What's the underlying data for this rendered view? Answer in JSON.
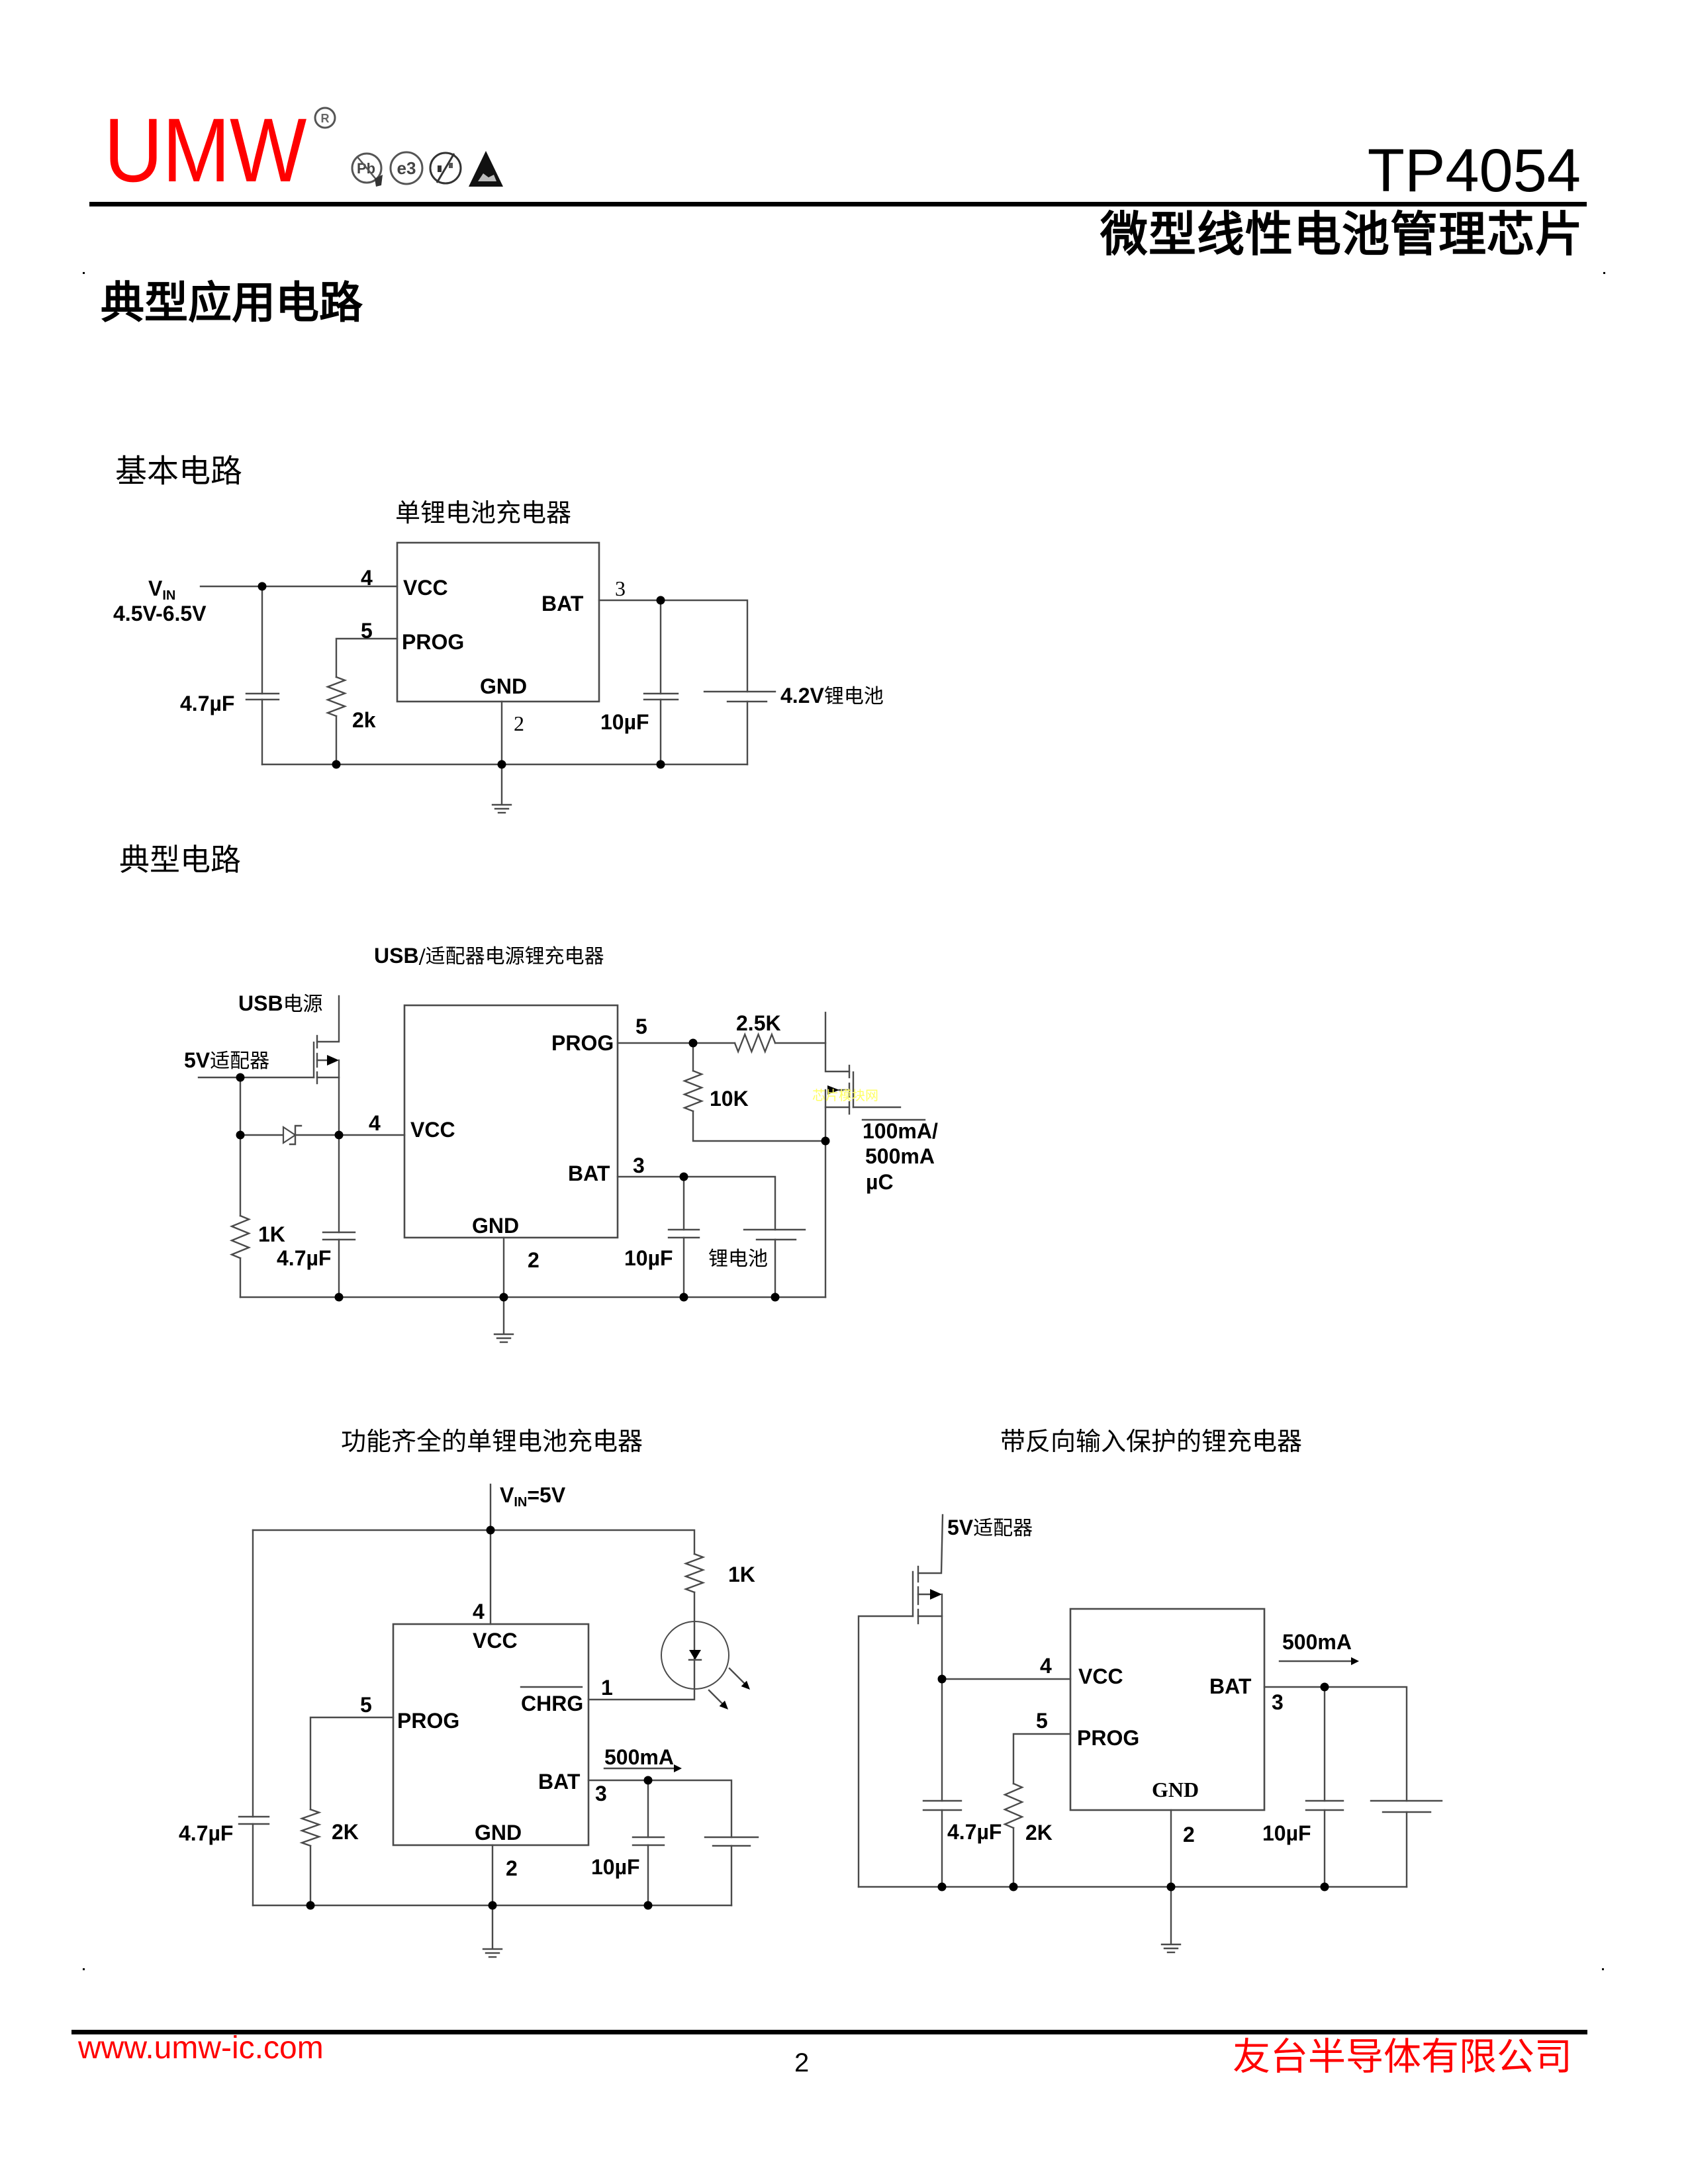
{
  "header": {
    "logo_text": "UMW",
    "registered_mark": "R",
    "cert_icons": [
      {
        "icon": "lead-free-icon",
        "label": "Pb"
      },
      {
        "icon": "e3-icon",
        "label": "e3"
      },
      {
        "icon": "rohs-icon",
        "label": ""
      },
      {
        "icon": "esd-warning-icon",
        "label": ""
      }
    ],
    "part_number": "TP4054",
    "subtitle": "微型线性电池管理芯片"
  },
  "page_title": "典型应用电路",
  "basic_circuit": {
    "heading": "基本电路",
    "title": "单锂电池充电器",
    "vin": {
      "symbol": "V",
      "subscript": "IN",
      "range": "4.5V-6.5V"
    },
    "pins": {
      "vcc": {
        "number": "4",
        "name": "VCC"
      },
      "prog": {
        "number": "5",
        "name": "PROG"
      },
      "bat": {
        "number": "3",
        "name": "BAT"
      },
      "gnd": {
        "number": "2",
        "name": "GND"
      }
    },
    "input_capacitor": "4.7µF",
    "prog_resistor": "2k",
    "output_capacitor": "10µF",
    "battery": {
      "voltage": "4.2V",
      "label": "锂电池"
    }
  },
  "typical_circuit": {
    "heading": "典型电路",
    "title": {
      "prefix": "USB",
      "rest": "/适配器电源锂充电器"
    },
    "usb_source": {
      "prefix": "USB",
      "rest": "电源"
    },
    "adapter": {
      "prefix": "5V",
      "rest": "适配器"
    },
    "pins": {
      "vcc": {
        "number": "4",
        "name": "VCC"
      },
      "prog": {
        "number": "5",
        "name": "PROG"
      },
      "bat": {
        "number": "3",
        "name": "BAT"
      },
      "gnd": {
        "number": "2",
        "name": "GND"
      }
    },
    "pulldown_resistor": "1K",
    "input_capacitor": "4.7µF",
    "prog_series_resistor": "2.5K",
    "prog_resistor": "10K",
    "output_capacitor": "10µF",
    "battery_label": "锂电池",
    "current_select": {
      "line1": "100mA/",
      "line2": "500mA",
      "line3": "µC"
    },
    "watermark": "芯片模块网"
  },
  "full_featured_circuit": {
    "title": "功能齐全的单锂电池充电器",
    "vin": {
      "symbol": "V",
      "subscript": "IN",
      "value": "=5V"
    },
    "pins": {
      "vcc": {
        "number": "4",
        "name": "VCC"
      },
      "prog": {
        "number": "5",
        "name": "PROG"
      },
      "bat": {
        "number": "3",
        "name": "BAT"
      },
      "gnd": {
        "number": "2",
        "name": "GND"
      },
      "chrg": {
        "number": "1",
        "name": "CHRG"
      }
    },
    "led_resistor": "1K",
    "prog_resistor": "2K",
    "input_capacitor": "4.7µF",
    "output_capacitor": "10µF",
    "charge_current": "500mA"
  },
  "reverse_protection_circuit": {
    "title": "带反向输入保护的锂充电器",
    "adapter": {
      "prefix": "5V",
      "rest": "适配器"
    },
    "pins": {
      "vcc": {
        "number": "4",
        "name": "VCC"
      },
      "prog": {
        "number": "5",
        "name": "PROG"
      },
      "bat": {
        "number": "3",
        "name": "BAT"
      },
      "gnd": {
        "number": "2",
        "name": "GND"
      }
    },
    "prog_resistor": "2K",
    "input_capacitor": "4.7µF",
    "output_capacitor": "10µF",
    "charge_current": "500mA"
  },
  "footer": {
    "url": "www.umw-ic.com",
    "page_number": "2",
    "company": "友台半导体有限公司"
  },
  "colors": {
    "brand_red": "#ff0000",
    "watermark_yellow": "#ffff66",
    "text": "#000000",
    "wire": "#4a4a4a"
  }
}
